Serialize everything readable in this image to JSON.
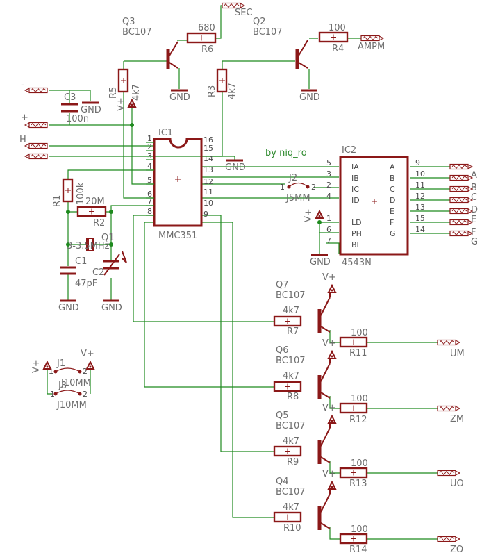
{
  "credit": "by niq_ro",
  "ic1": {
    "name": "IC1",
    "value": "MMC351",
    "pins_left": [
      "1",
      "2",
      "3",
      "4",
      "5",
      "6",
      "7",
      "8"
    ],
    "pins_right": [
      "16",
      "15",
      "14",
      "13",
      "12",
      "11",
      "10",
      "9"
    ]
  },
  "ic2": {
    "name": "IC2",
    "value": "4543N",
    "in_pins": [
      "5",
      "3",
      "2",
      "4"
    ],
    "in_labels": [
      "IA",
      "IB",
      "IC",
      "ID"
    ],
    "ctl_pins": [
      "1",
      "6",
      "7"
    ],
    "ctl_labels": [
      "LD",
      "PH",
      "BI"
    ],
    "out_pins": [
      "9",
      "10",
      "11",
      "12",
      "13",
      "15",
      "14"
    ],
    "out_labels": [
      "A",
      "B",
      "C",
      "D",
      "E",
      "F",
      "G"
    ]
  },
  "outputs": [
    "A",
    "B",
    "C",
    "D",
    "E",
    "F",
    "G"
  ],
  "transistors": [
    {
      "name": "Q3",
      "value": "BC107"
    },
    {
      "name": "Q2",
      "value": "BC107"
    },
    {
      "name": "Q7",
      "value": "BC107"
    },
    {
      "name": "Q6",
      "value": "BC107"
    },
    {
      "name": "Q5",
      "value": "BC107"
    },
    {
      "name": "Q4",
      "value": "BC107"
    }
  ],
  "crystal": {
    "name": "Q1",
    "value": "3-3.5MHz"
  },
  "resistors": {
    "R6": {
      "name": "R6",
      "value": "680"
    },
    "R4": {
      "name": "R4",
      "value": "100"
    },
    "R5": {
      "name": "R5",
      "value": "4k7"
    },
    "R3": {
      "name": "R3",
      "value": "4k7"
    },
    "R1": {
      "name": "R1",
      "value": "100k"
    },
    "R2": {
      "name": "R2",
      "value": "20M"
    },
    "R7": {
      "name": "R7",
      "value": "4k7"
    },
    "R11": {
      "name": "R11",
      "value": "100"
    },
    "R8": {
      "name": "R8",
      "value": "4k7"
    },
    "R12": {
      "name": "R12",
      "value": "100"
    },
    "R9": {
      "name": "R9",
      "value": "4k7"
    },
    "R13": {
      "name": "R13",
      "value": "100"
    },
    "R10": {
      "name": "R10",
      "value": "4k7"
    },
    "R14": {
      "name": "R14",
      "value": "100"
    }
  },
  "capacitors": {
    "C3": {
      "name": "C3",
      "value": "100n"
    },
    "C1": {
      "name": "C1",
      "value": "47pF"
    },
    "C2": {
      "name": "C2",
      "value": ""
    }
  },
  "jumpers": {
    "J2": {
      "name": "J2",
      "value": "J5MM",
      "pin1": "1",
      "pin2": "2"
    },
    "J1": {
      "name": "J1",
      "value": "J10MM",
      "pin1": "1",
      "pin2": "2"
    },
    "J3": {
      "name": "J3",
      "value": "J10MM",
      "pin1": "1",
      "pin2": "2"
    }
  },
  "signals": {
    "sec": "SEC",
    "ampm": "AMPM",
    "um": "UM",
    "zm": "ZM",
    "uo": "UO",
    "zo": "ZO",
    "minus": "-",
    "plus": "+",
    "h": "H"
  },
  "power": {
    "gnd": "GND",
    "vplus": "V+"
  }
}
